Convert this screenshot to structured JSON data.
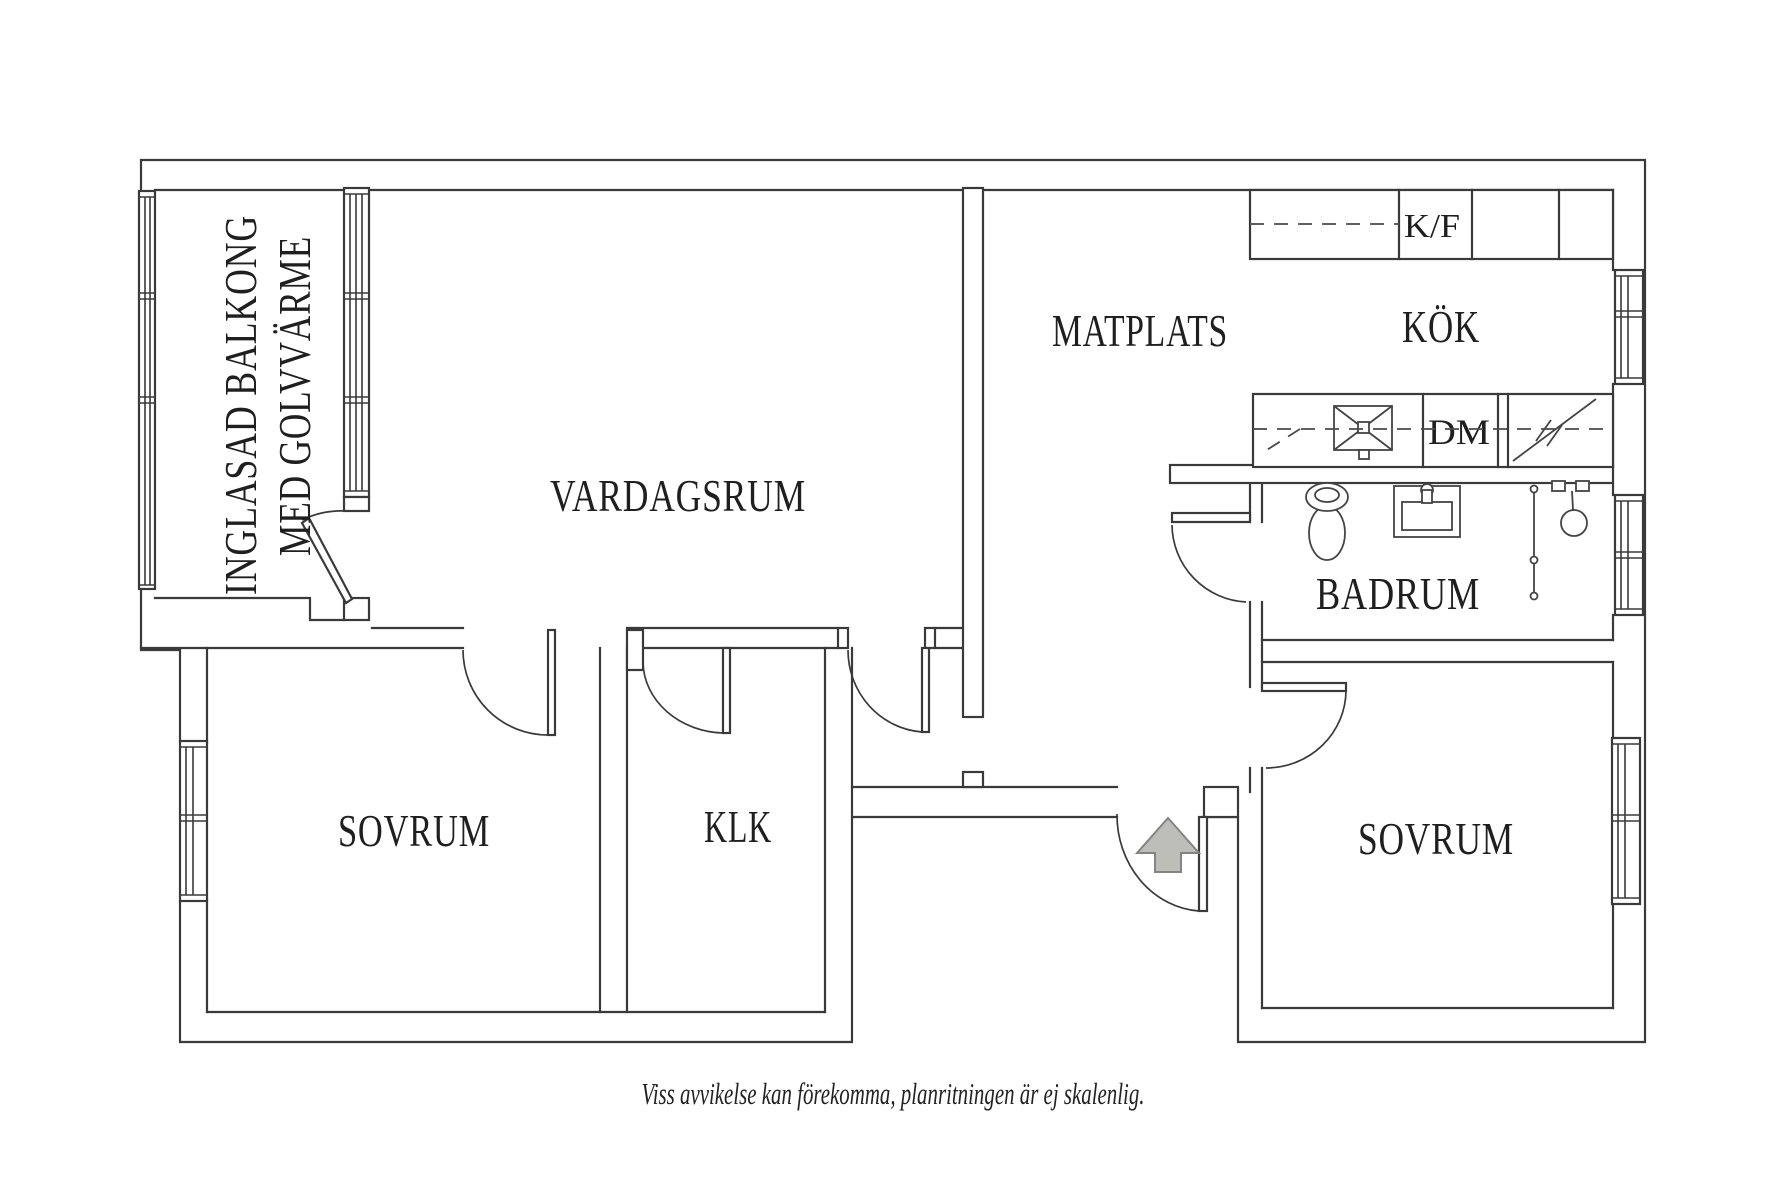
{
  "floorplan": {
    "rooms": {
      "balcony": {
        "label_line1": "INGLASAD BALKONG",
        "label_line2": "MED GOLVVÄRME"
      },
      "living_room": {
        "label": "VARDAGSRUM"
      },
      "dining_area": {
        "label": "MATPLATS"
      },
      "kitchen": {
        "label": "KÖK"
      },
      "bathroom": {
        "label": "BADRUM"
      },
      "bedroom_left": {
        "label": "SOVRUM"
      },
      "closet": {
        "label": "KLK"
      },
      "bedroom_right": {
        "label": "SOVRUM"
      }
    },
    "appliances": {
      "fridge_freezer_label": "K/F",
      "dishwasher_label": "DM"
    },
    "footer": {
      "disclaimer": "Viss avvikelse kan förekomma, planritningen är ej skalenlig."
    },
    "colors": {
      "background": "#ffffff",
      "wall_line": "#3a3a3a",
      "text": "#1f1f1f",
      "arrow_fill": "#bdbdb9",
      "arrow_stroke": "#83837f"
    }
  }
}
